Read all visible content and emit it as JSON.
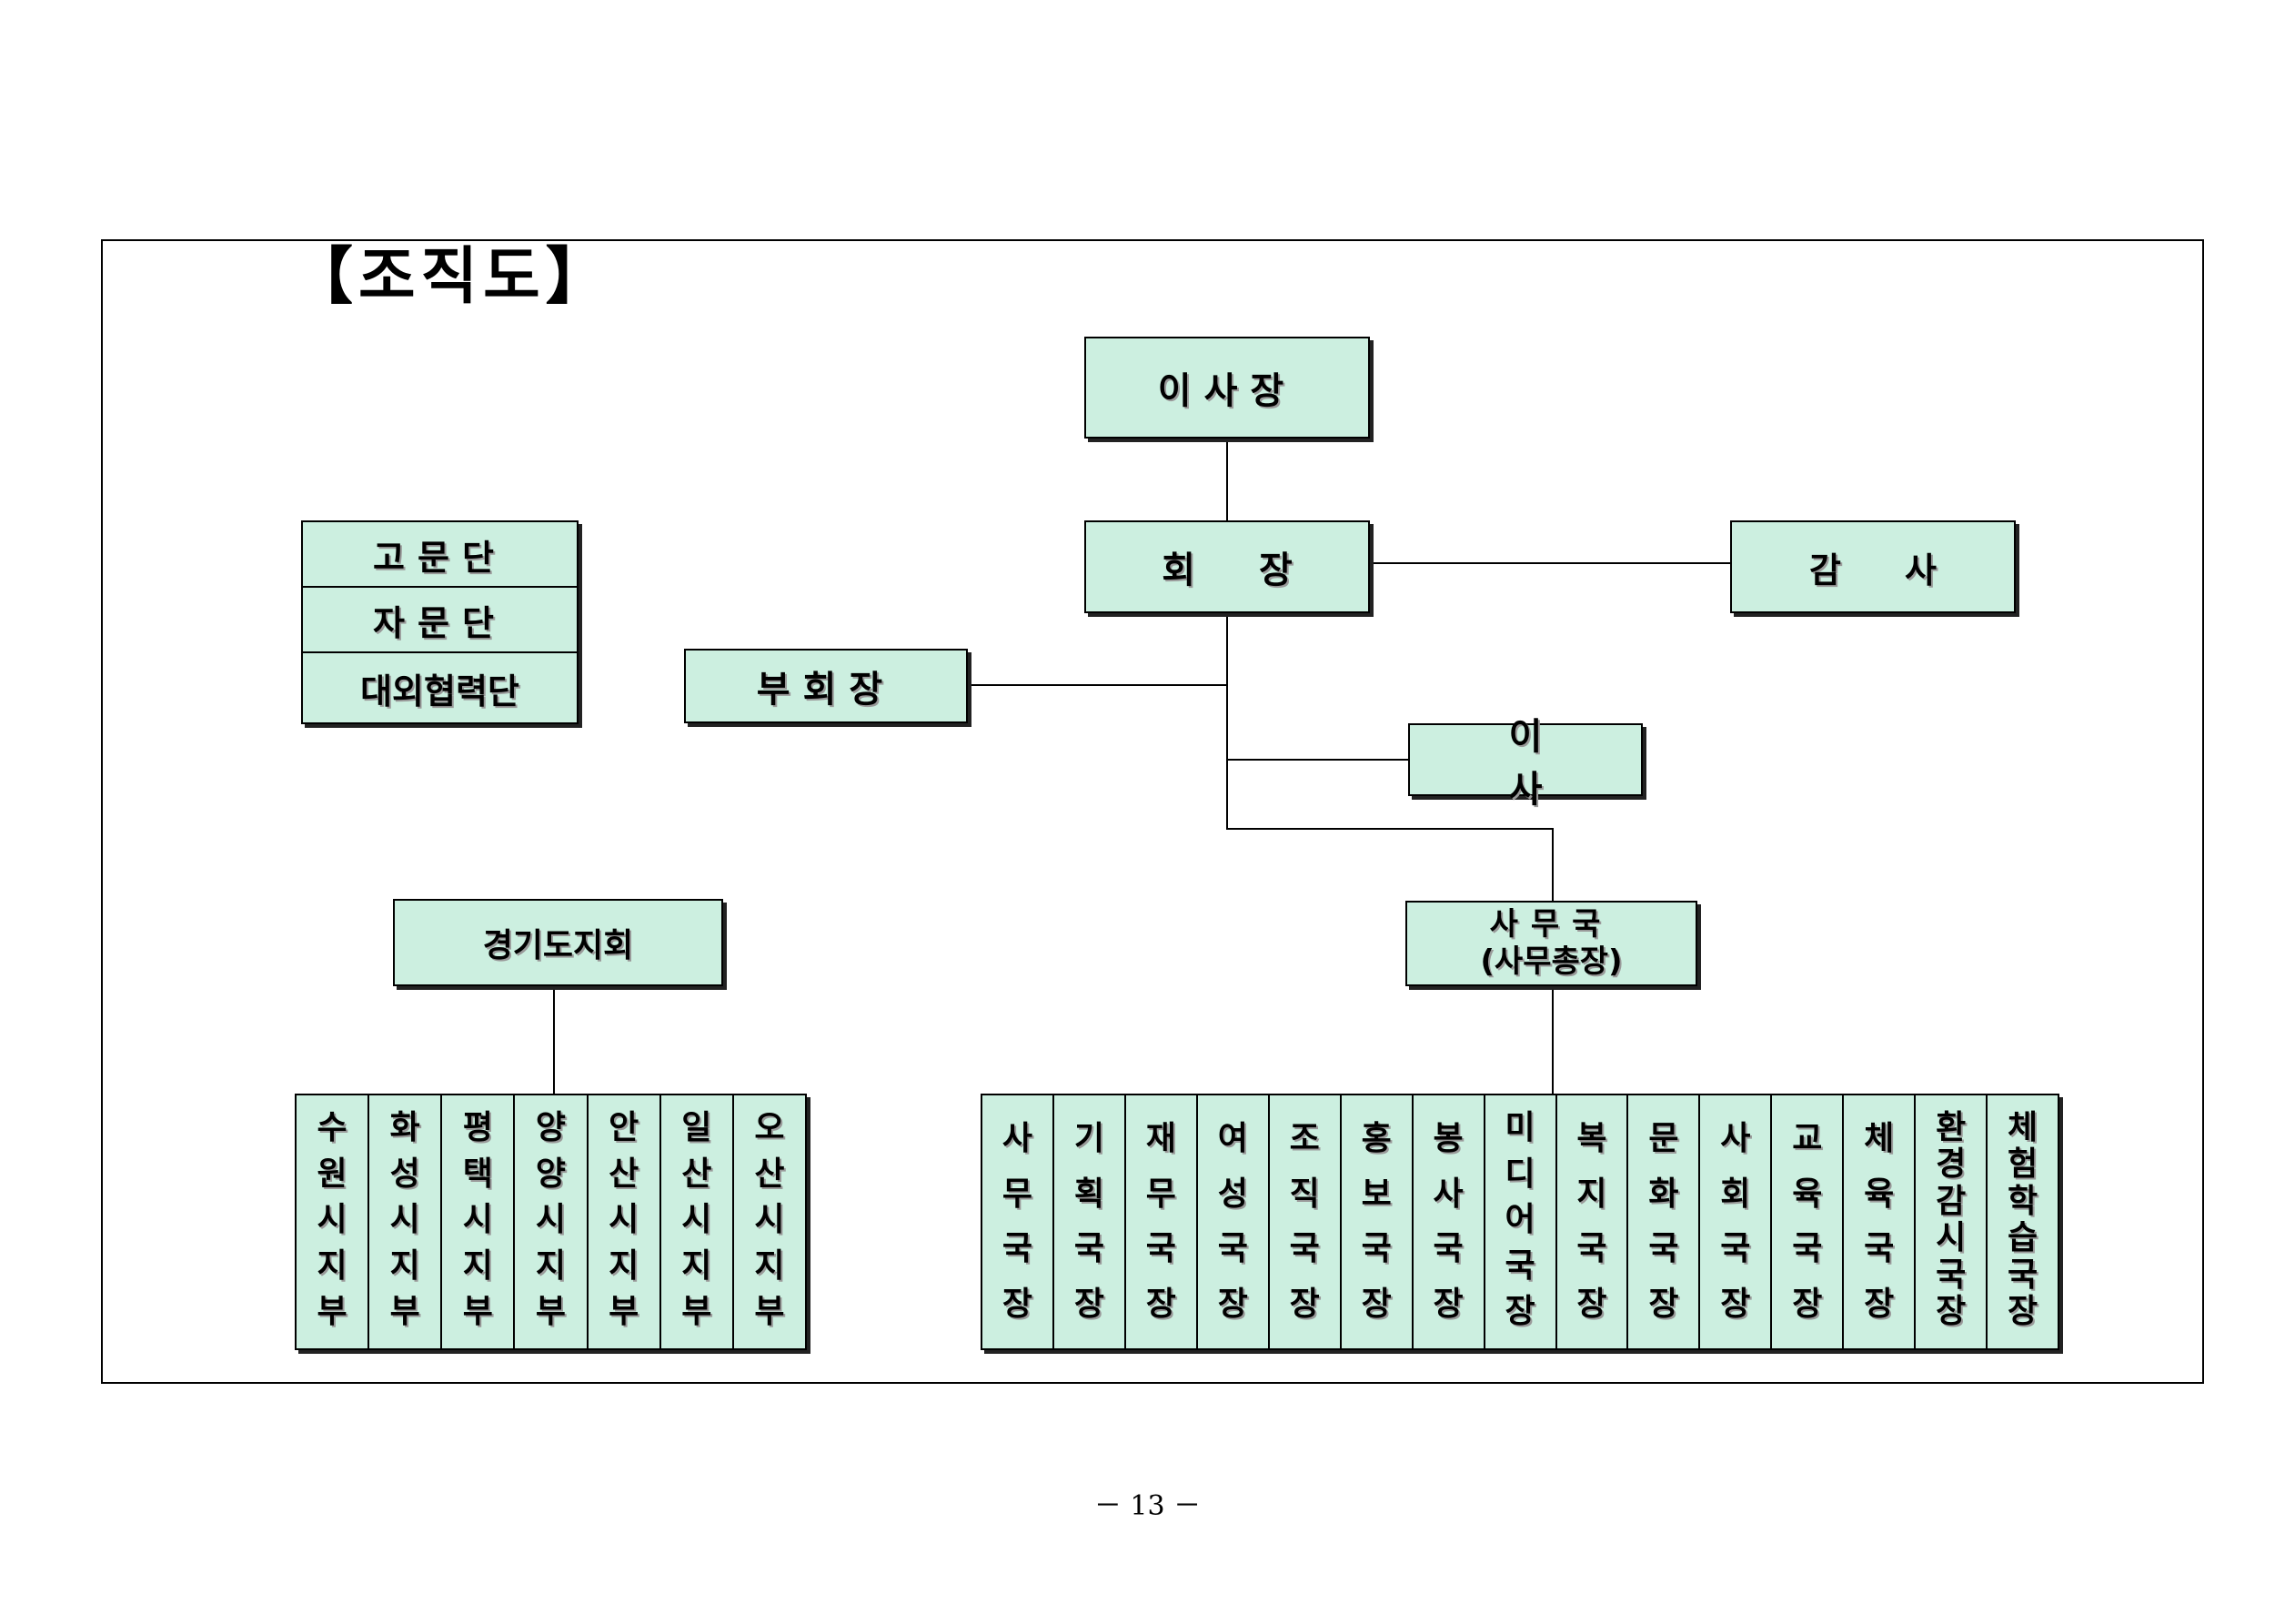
{
  "title": "【조직도】",
  "chairman_board": "이사장",
  "chairman": "회장",
  "auditor": "감사",
  "vice_chairman": "부회장",
  "director": "이사",
  "secretariat": {
    "line1": "사무국",
    "line2": "(사무총장)"
  },
  "advisory": [
    "고문단",
    "자문단",
    "대외협력단"
  ],
  "gyeonggi": "경기도지회",
  "branches": [
    "수원시지부",
    "화성시지부",
    "평택시지부",
    "양양시지부",
    "안산시지부",
    "일산시지부",
    "오산시지부"
  ],
  "bureaus": [
    "사무국장",
    "기획국장",
    "재무국장",
    "여성국장",
    "조직국장",
    "홍보국장",
    "봉사국장",
    "미디어국장",
    "복지국장",
    "문화국장",
    "사회국장",
    "교육국장",
    "체육국장",
    "환경감시국장",
    "체험학습국장"
  ],
  "page_number": "－ 13 －",
  "colors": {
    "box_fill": "#ccefe0",
    "border": "#000000"
  }
}
